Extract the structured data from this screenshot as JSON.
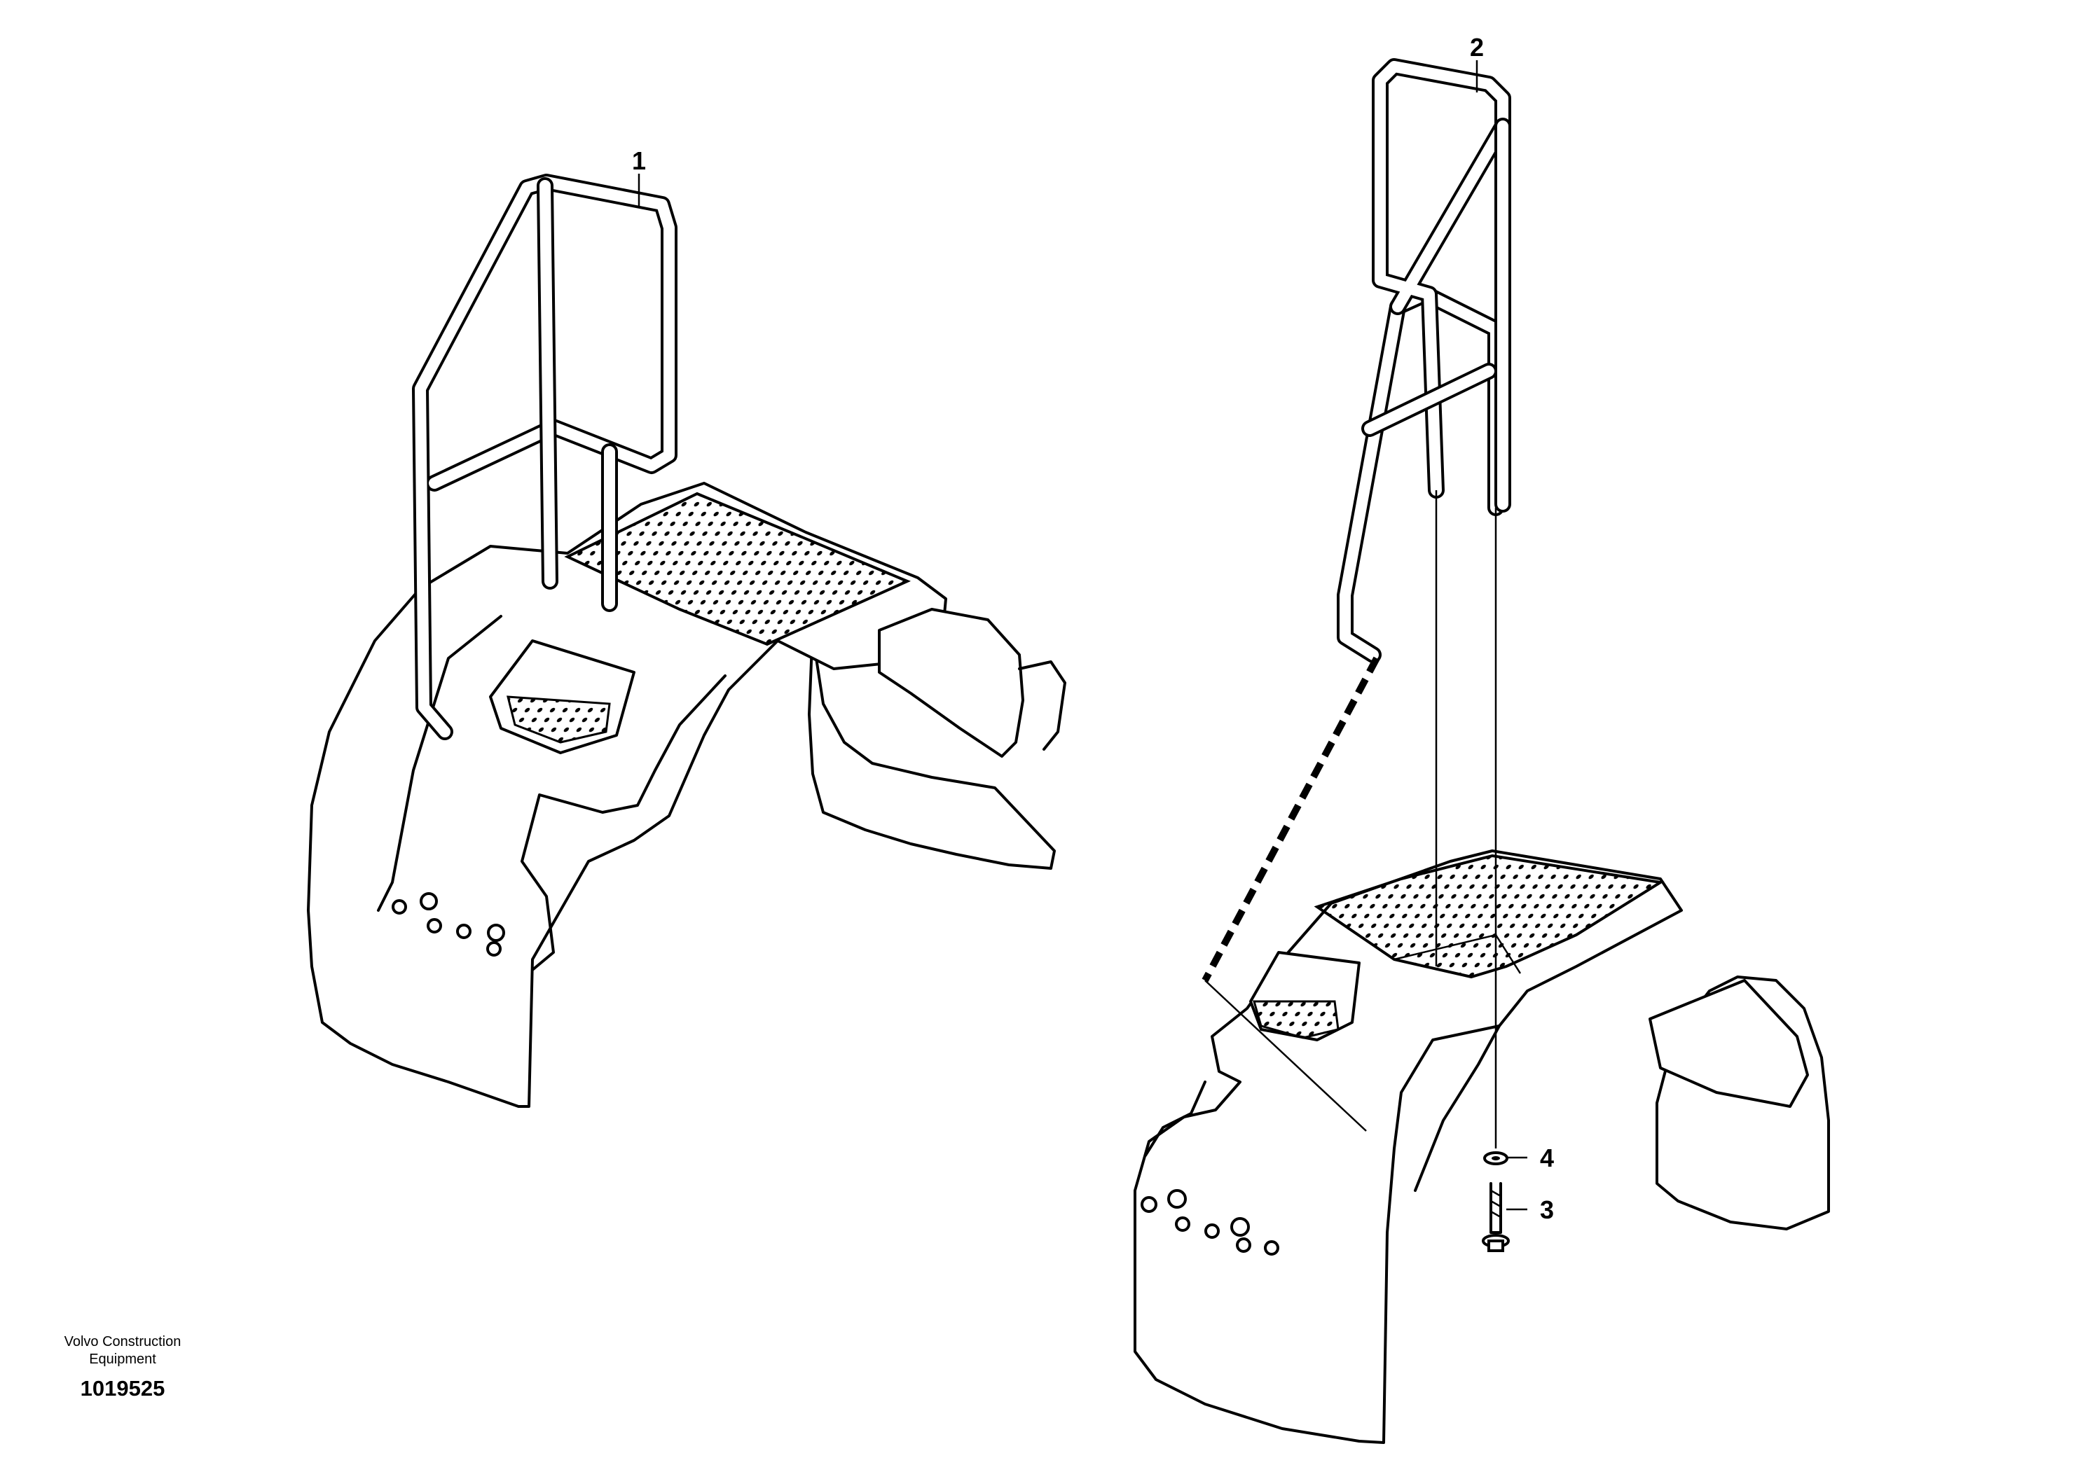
{
  "footer": {
    "brand_line1": "Volvo Construction",
    "brand_line2": "Equipment",
    "drawing_number": "1019525"
  },
  "callouts": [
    {
      "label": "1",
      "part": "handrail-assembly-left"
    },
    {
      "label": "2",
      "part": "handrail-assembly-right"
    },
    {
      "label": "3",
      "part": "flange-screw"
    },
    {
      "label": "4",
      "part": "washer"
    }
  ]
}
